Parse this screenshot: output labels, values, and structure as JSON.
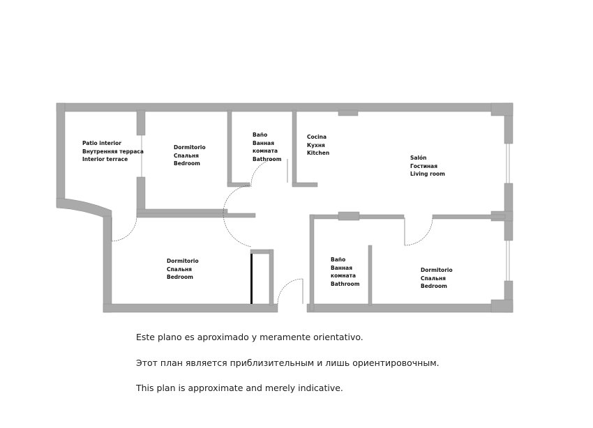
{
  "floorplan": {
    "wall_color": "#aaaaaa",
    "background": "#ffffff",
    "rooms": [
      {
        "id": "interior-terrace",
        "lines": [
          "Patio interior",
          "Внутренняя терраса",
          "Interior terrace"
        ]
      },
      {
        "id": "bedroom-1",
        "lines": [
          "Dormitorio",
          "Спальня",
          "Bedroom"
        ]
      },
      {
        "id": "bathroom-1",
        "lines": [
          "Baño",
          "Ванная",
          "комната",
          "Bathroom"
        ]
      },
      {
        "id": "kitchen",
        "lines": [
          "Cocina",
          "Кухня",
          "Kitchen"
        ]
      },
      {
        "id": "living-room",
        "lines": [
          "Salón",
          "Гостиная",
          "Living room"
        ]
      },
      {
        "id": "bedroom-2",
        "lines": [
          "Dormitorio",
          "Спальня",
          "Bedroom"
        ]
      },
      {
        "id": "bathroom-2",
        "lines": [
          "Baño",
          "Ванная",
          "комната",
          "Bathroom"
        ]
      },
      {
        "id": "bedroom-3",
        "lines": [
          "Dormitorio",
          "Спальня",
          "Bedroom"
        ]
      }
    ]
  },
  "disclaimer": {
    "es": "Este plano es aproximado y meramente orientativo.",
    "ru": "Этот план является приблизительным и лишь ориентировочным.",
    "en": "This plan is approximate and merely indicative."
  }
}
